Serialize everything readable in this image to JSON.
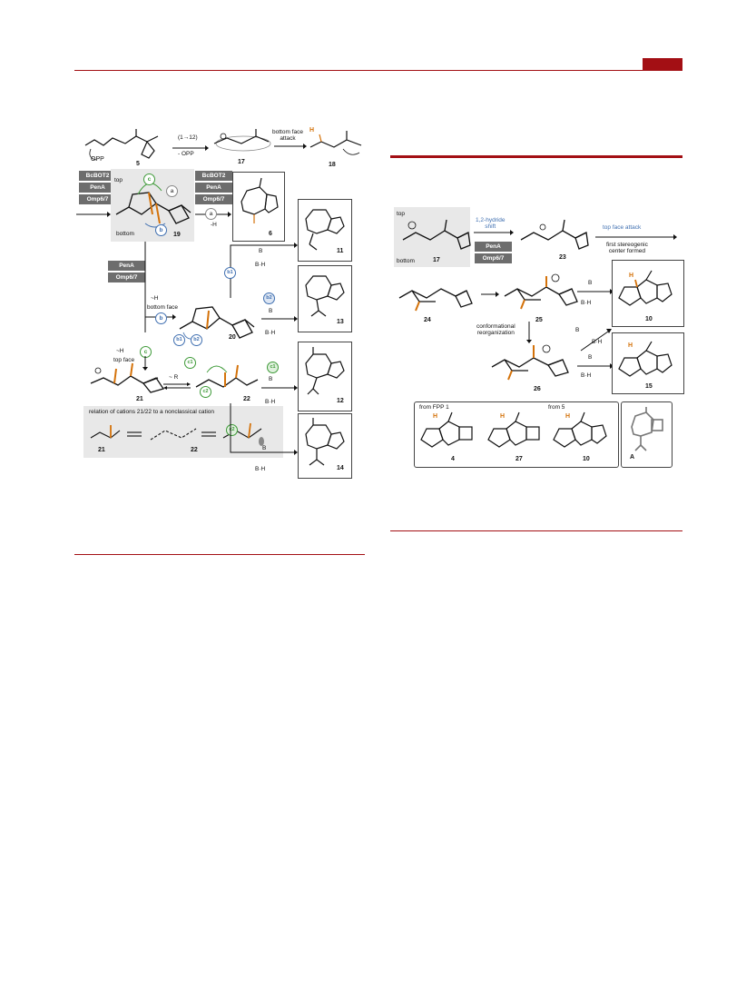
{
  "page": {
    "accent": "#a30f14",
    "highlight": "#d4720a",
    "blue": "#3f6fb0",
    "green": "#3e9a38"
  },
  "left_scheme": {
    "step_1_12": "(1→12)",
    "minus_opp": "- OPP",
    "opp": "OPP",
    "bottom_face_attack": "bottom face\nattack",
    "cmpd_5": "5",
    "cmpd_17": "17",
    "cmpd_18": "18",
    "cmpd_19": "19",
    "cmpd_6": "6",
    "cmpd_11": "11",
    "cmpd_13": "13",
    "cmpd_20": "20",
    "cmpd_21": "21",
    "cmpd_22": "22",
    "cmpd_12": "12",
    "cmpd_14": "14",
    "enzymes_a": [
      "BcBOT2",
      "PenA",
      "Omp6/7"
    ],
    "enzymes_b": [
      "BcBOT2",
      "PenA",
      "Omp6/7"
    ],
    "enzymes_c": [
      "PenA",
      "Omp6/7"
    ],
    "top": "top",
    "bottom": "bottom",
    "minus_h": "-H",
    "h_shift_b": "~H",
    "bottom_face": "bottom face",
    "h_shift_c": "~H",
    "top_face": "top face",
    "r_shift": "~ R",
    "base": "B",
    "base_h": "B·H",
    "nonclassical": "relation of cations 21/22 to a nonclassical cation",
    "labels": {
      "a": "a",
      "b": "b",
      "c": "c",
      "b1": "b1",
      "b2": "b2",
      "c1": "c1",
      "c2": "c2",
      "H": "H"
    }
  },
  "right_scheme": {
    "top": "top",
    "bottom": "bottom",
    "hydride_shift": "1,2-hydride\nshift",
    "enzymes": [
      "PenA",
      "Omp6/7"
    ],
    "top_face_attack": "top face attack",
    "first_center": "first stereogenic\ncenter formed",
    "conformational": "conformational\nreorganization",
    "cmpd_17": "17",
    "cmpd_23": "23",
    "cmpd_24": "24",
    "cmpd_25": "25",
    "cmpd_26": "26",
    "cmpd_10": "10",
    "cmpd_15": "15",
    "base": "B",
    "base_h": "B·H",
    "from_fpp": "from FPP 1",
    "from_5": "from 5",
    "cmpd_4": "4",
    "cmpd_27": "27",
    "cmpd_10b": "10",
    "cmpd_A": "A",
    "H": "H"
  }
}
